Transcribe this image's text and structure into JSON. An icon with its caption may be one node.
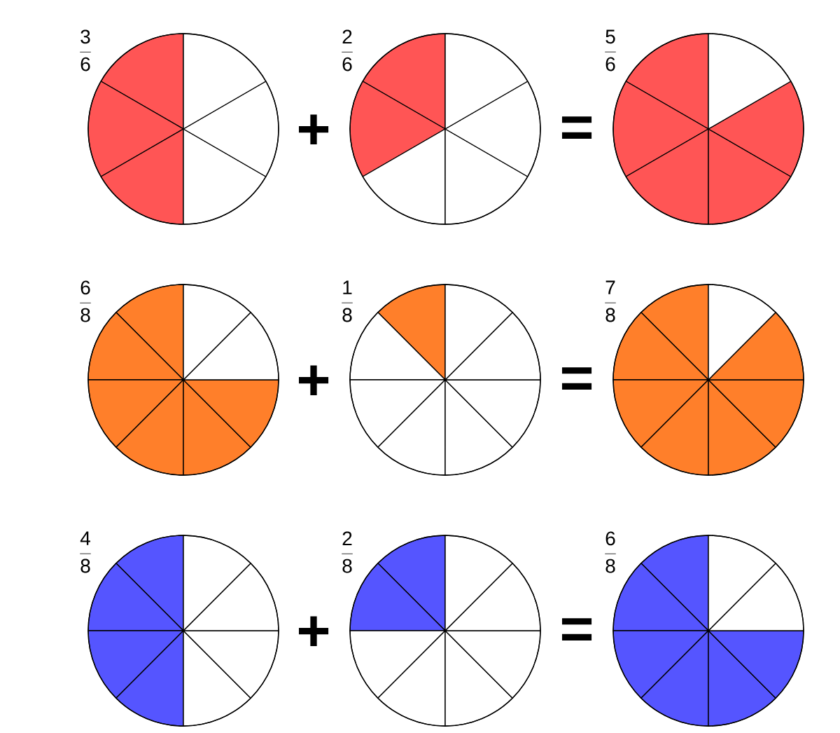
{
  "diagram": {
    "nodes": [
      {
        "text": [],
        "shape": "circle",
        "beside": [
          "\\frac{3}{6}"
        ]
      },
      {
        "text": [],
        "shape": "circle",
        "beside": [
          "\\frac{2}{6}"
        ]
      },
      {
        "text": [],
        "shape": "circle",
        "beside": [
          "\\frac{5}{6}"
        ]
      },
      {
        "text": [],
        "shape": "circle",
        "beside": [
          "\\frac{6}{8}"
        ]
      },
      {
        "text": [],
        "shape": "circle",
        "beside": [
          "\\frac{1}{8}"
        ]
      },
      {
        "text": [],
        "shape": "circle",
        "beside": [
          "\\frac{7}{8}"
        ]
      },
      {
        "text": [],
        "shape": "circle",
        "beside": [
          "\\frac{4}{8}"
        ]
      },
      {
        "text": [],
        "shape": "circle",
        "beside": [
          "\\frac{2}{8}"
        ]
      },
      {
        "text": [],
        "shape": "circle",
        "beside": [
          "\\frac{6}{8}"
        ]
      }
    ],
    "labels": [
      "+",
      "=",
      "+",
      "=",
      "+",
      "="
    ]
  }
}
